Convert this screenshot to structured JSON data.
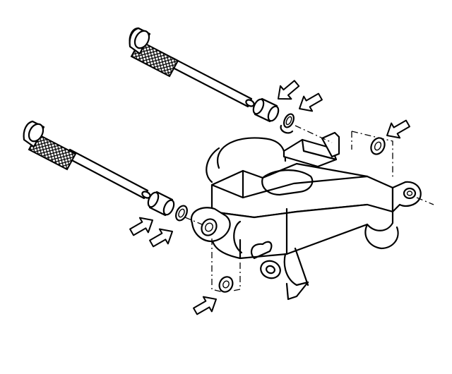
{
  "diagram": {
    "parts": [
      "guide-pin-upper",
      "guide-pin-lower",
      "pin-boot-upper",
      "pin-boot-lower",
      "bushing",
      "caliper-body",
      "mounting-bracket"
    ],
    "callout_arrows": 6,
    "colors": {
      "line": "#000000",
      "background": "#ffffff"
    }
  }
}
